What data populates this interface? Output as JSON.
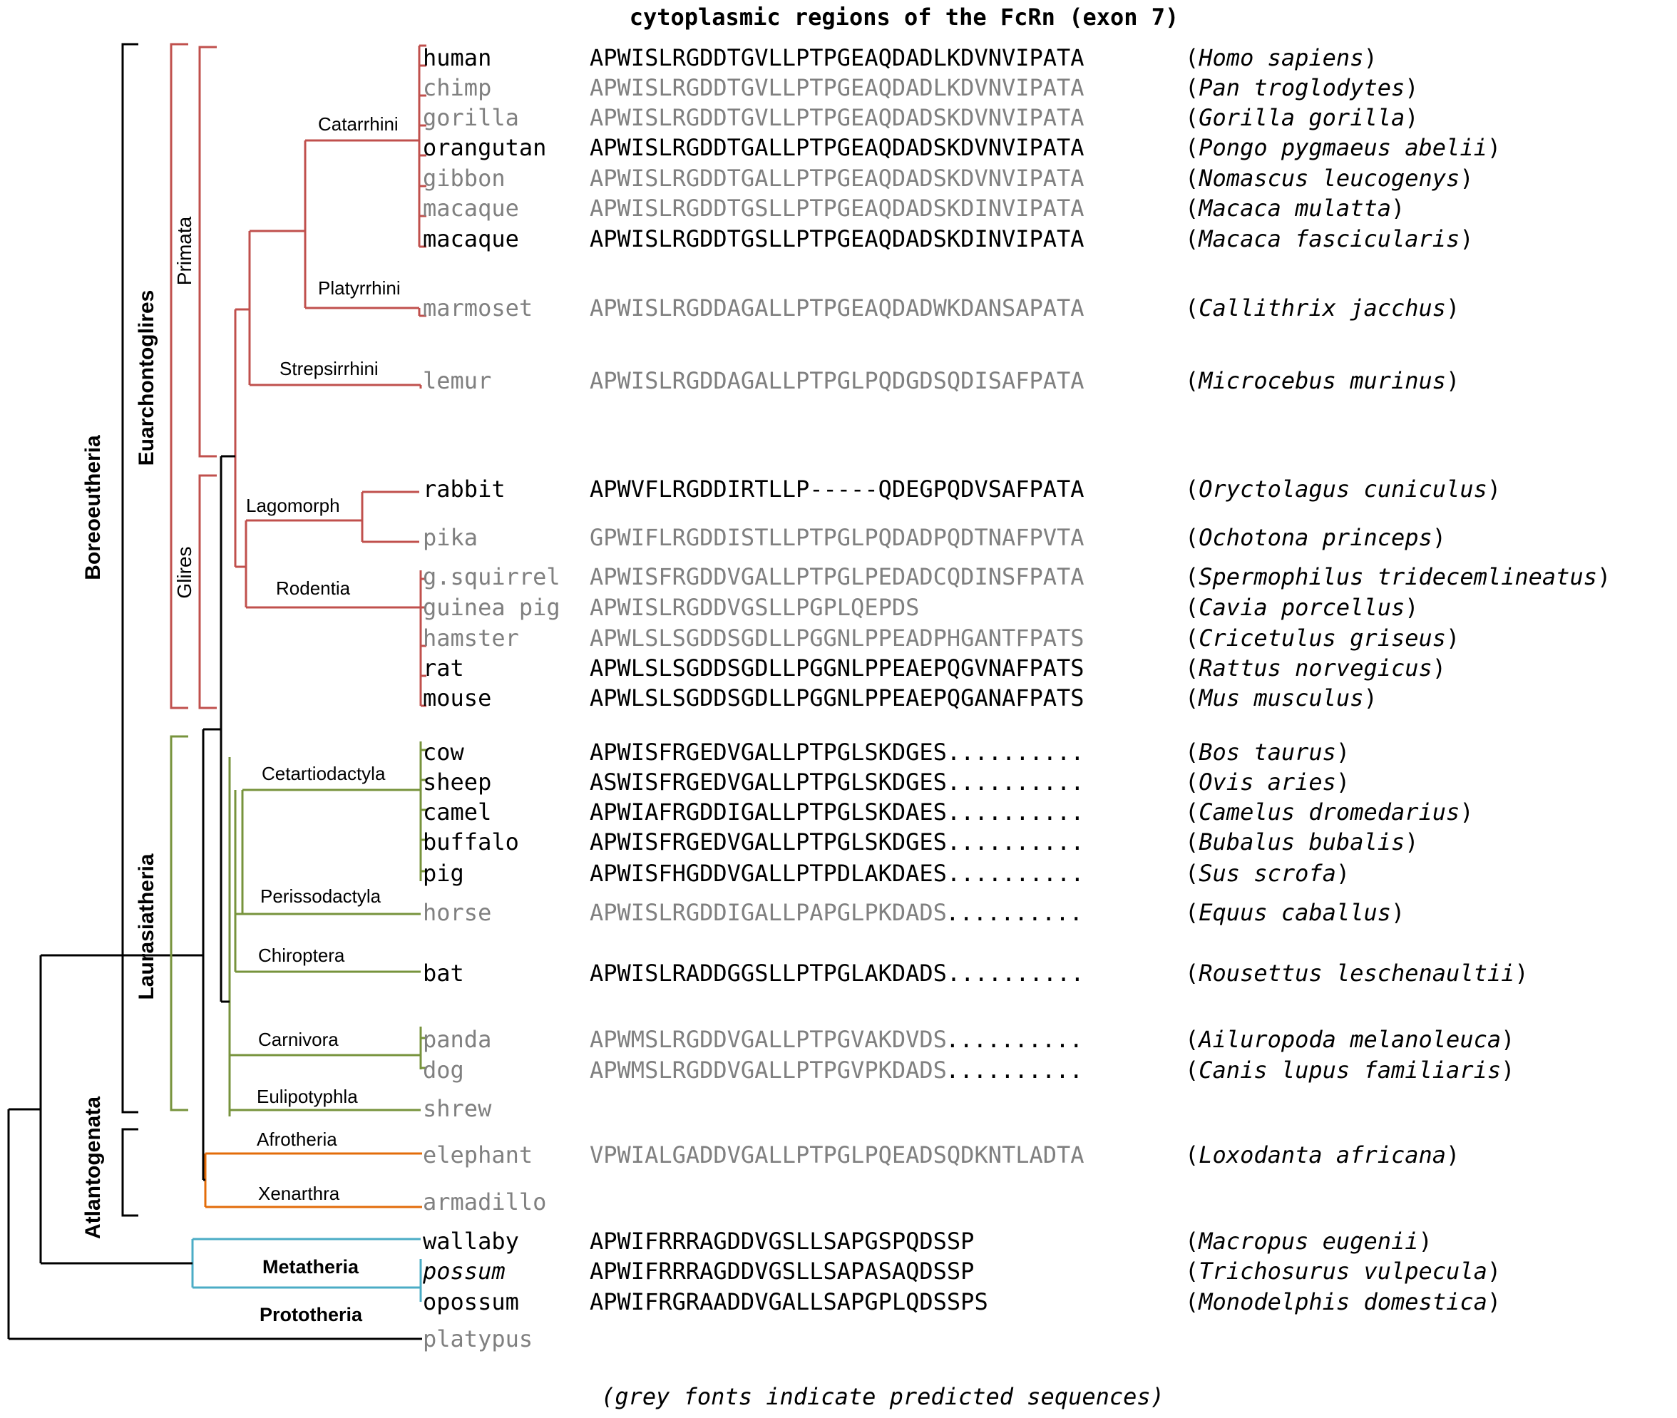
{
  "title": "cytoplasmic regions of the FcRn (exon 7)",
  "footnote": "(grey fonts indicate predicted sequences)",
  "colors": {
    "primate": "#c0504d",
    "laurasia": "#77933c",
    "atlanto": "#e36c0a",
    "marsupial": "#4bacc6",
    "black": "#000000",
    "predicted": "#808080"
  },
  "taxa": [
    {
      "name": "human",
      "seq": "APWISLRGDDTGVLLPTPGEAQDADLKDVNVIPATA",
      "species": "(Homo sapiens)",
      "predicted": false
    },
    {
      "name": "chimp",
      "seq": "APWISLRGDDTGVLLPTPGEAQDADLKDVNVIPATA",
      "species": "(Pan troglodytes)",
      "predicted": true
    },
    {
      "name": "gorilla",
      "seq": "APWISLRGDDTGVLLPTPGEAQDADSKDVNVIPATA",
      "species": "(Gorilla gorilla)",
      "predicted": true
    },
    {
      "name": "orangutan",
      "seq": "APWISLRGDDTGALLPTPGEAQDADSKDVNVIPATA",
      "species": "(Pongo pygmaeus abelii)",
      "predicted": false
    },
    {
      "name": "gibbon",
      "seq": "APWISLRGDDTGALLPTPGEAQDADSKDVNVIPATA",
      "species": "(Nomascus leucogenys)",
      "predicted": true
    },
    {
      "name": "macaque",
      "seq": "APWISLRGDDTGSLLPTPGEAQDADSKDINVIPATA",
      "species": "(Macaca mulatta)",
      "predicted": true
    },
    {
      "name": "macaque",
      "seq": "APWISLRGDDTGSLLPTPGEAQDADSKDINVIPATA",
      "species": "(Macaca fascicularis)",
      "predicted": false
    },
    {
      "name": "marmoset",
      "seq": "APWISLRGDDAGALLPTPGEAQDADWKDANSAPATA",
      "species": "(Callithrix jacchus)",
      "predicted": true
    },
    {
      "name": "lemur",
      "seq": "APWISLRGDDAGALLPTPGLPQDGDSQDISAFPATA",
      "species": "(Microcebus murinus)",
      "predicted": true
    },
    {
      "name": "rabbit",
      "seq": "APWVFLRGDDIRTLLP-----QDEGPQDVSAFPATA",
      "species": "(Oryctolagus cuniculus)",
      "predicted": false
    },
    {
      "name": "pika",
      "seq": "GPWIFLRGDDISTLLPTPGLPQDADPQDTNAFPVTA",
      "species": "(Ochotona princeps)",
      "predicted": true
    },
    {
      "name": "g.squirrel",
      "seq": "APWISFRGDDVGALLPTPGLPEDADCQDINSFPATA",
      "species": "(Spermophilus tridecemlineatus)",
      "predicted": true
    },
    {
      "name": "guinea pig",
      "seq": "APWISLRGDDVGSLLPGPLQEPDS",
      "species": "(Cavia porcellus)",
      "predicted": true
    },
    {
      "name": "hamster",
      "seq": "APWLSLSGDDSGDLLPGGNLPPEADPHGANTFPATS",
      "species": "(Cricetulus griseus)",
      "predicted": true
    },
    {
      "name": "rat",
      "seq": "APWLSLSGDDSGDLLPGGNLPPEAEPQGVNAFPATS",
      "species": "(Rattus norvegicus)",
      "predicted": false
    },
    {
      "name": "mouse",
      "seq": "APWLSLSGDDSGDLLPGGNLPPEAEPQGANAFPATS",
      "species": "(Mus musculus)",
      "predicted": false
    },
    {
      "name": "cow",
      "seq": "APWISFRGEDVGALLPTPGLSKDGES..........",
      "species": "(Bos taurus)",
      "predicted": false
    },
    {
      "name": "sheep",
      "seq": "ASWISFRGEDVGALLPTPGLSKDGES..........",
      "species": "(Ovis aries)",
      "predicted": false
    },
    {
      "name": "camel",
      "seq": "APWIAFRGDDIGALLPTPGLSKDAES..........",
      "species": "(Camelus dromedarius)",
      "predicted": false
    },
    {
      "name": "buffalo",
      "seq": "APWISFRGEDVGALLPTPGLSKDGES..........",
      "species": "(Bubalus bubalis)",
      "predicted": false
    },
    {
      "name": "pig",
      "seq": "APWISFHGDDVGALLPTPDLAKDAES..........",
      "species": "(Sus scrofa)",
      "predicted": false
    },
    {
      "name": "horse",
      "seq": "APWISLRGDDIGALLPAPGLPKDADS",
      "dots": "..........",
      "species": "(Equus caballus)",
      "predicted": true
    },
    {
      "name": "bat",
      "seq": "APWISLRADDGGSLLPTPGLAKDADS..........",
      "species": "(Rousettus leschenaultii)",
      "predicted": false
    },
    {
      "name": "panda",
      "seq": "APWMSLRGDDVGALLPTPGVAKDVDS",
      "dots": "..........",
      "species": "(Ailuropoda melanoleuca)",
      "predicted": true
    },
    {
      "name": "dog",
      "seq": "APWMSLRGDDVGALLPTPGVPKDADS",
      "dots": "..........",
      "species": "(Canis lupus familiaris)",
      "predicted": true
    },
    {
      "name": "shrew",
      "seq": "",
      "species": "",
      "predicted": true
    },
    {
      "name": "elephant",
      "seq": "VPWIALGADDVGALLPTPGLPQEADSQDKNTLADTA",
      "species": "(Loxodanta africana)",
      "predicted": true
    },
    {
      "name": "armadillo",
      "seq": "",
      "species": "",
      "predicted": true
    },
    {
      "name": "wallaby",
      "seq": "APWIFRRRAGDDVGSLLSAPGSPQDSSP",
      "species": "(Macropus eugenii)",
      "predicted": false
    },
    {
      "name": "possum",
      "seq": "APWIFRRRAGDDVGSLLSAPASAQDSSP",
      "species": "(Trichosurus vulpecula)",
      "predicted": false,
      "italic_name": true
    },
    {
      "name": "opossum",
      "seq": "APWIFRGRAADDVGALLSAPGPLQDSSPS",
      "species": "(Monodelphis domestica)",
      "predicted": false
    },
    {
      "name": "platypus",
      "seq": "",
      "species": "",
      "predicted": true
    }
  ],
  "clade_labels": {
    "catarrhini": "Catarrhini",
    "platyrrhini": "Platyrrhini",
    "strepsirrhini": "Strepsirrhini",
    "lagomorph": "Lagomorph",
    "rodentia": "Rodentia",
    "cetartiodactyla": "Cetartiodactyla",
    "perissodactyla": "Perissodactyla",
    "chiroptera": "Chiroptera",
    "carnivora": "Carnivora",
    "eulipotyphla": "Eulipotyphla",
    "afrotheria": "Afrotheria",
    "xenarthra": "Xenarthra",
    "metatheria": "Metatheria",
    "prototheria": "Prototheria"
  },
  "group_labels": {
    "primata": "Primata",
    "glires": "Glires",
    "euarchontoglires": "Euarchontoglires",
    "laurasiatheria": "Laurasiatheria",
    "boreoeutheria": "Boreoeutheria",
    "atlantogenata": "Atlantogenata"
  }
}
